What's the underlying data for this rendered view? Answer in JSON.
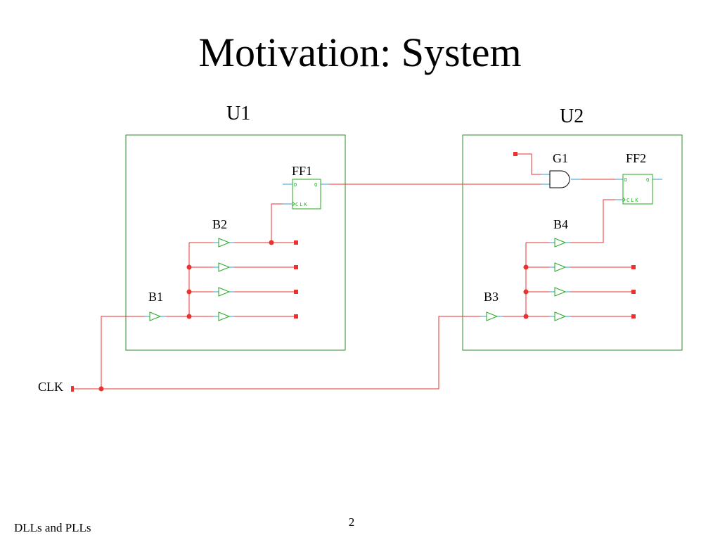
{
  "slide": {
    "title": "Motivation: System",
    "footer": "DLLs and PLLs",
    "page_number": "2"
  },
  "diagram": {
    "blocks": {
      "u1": "U1",
      "u2": "U2"
    },
    "flipflops": {
      "ff1": "FF1",
      "ff2": "FF2"
    },
    "gates": {
      "g1": "G1"
    },
    "buffers": {
      "b1": "B1",
      "b2": "B2",
      "b3": "B3",
      "b4": "B4"
    },
    "clock_input": "CLK",
    "pins": {
      "d": "D",
      "q": "Q",
      "clk": "CLK"
    }
  },
  "colors": {
    "block_outline": "#2e8b2e",
    "wire": "#e8332e",
    "component": "#22aa22",
    "pin_lead": "#3399cc"
  }
}
